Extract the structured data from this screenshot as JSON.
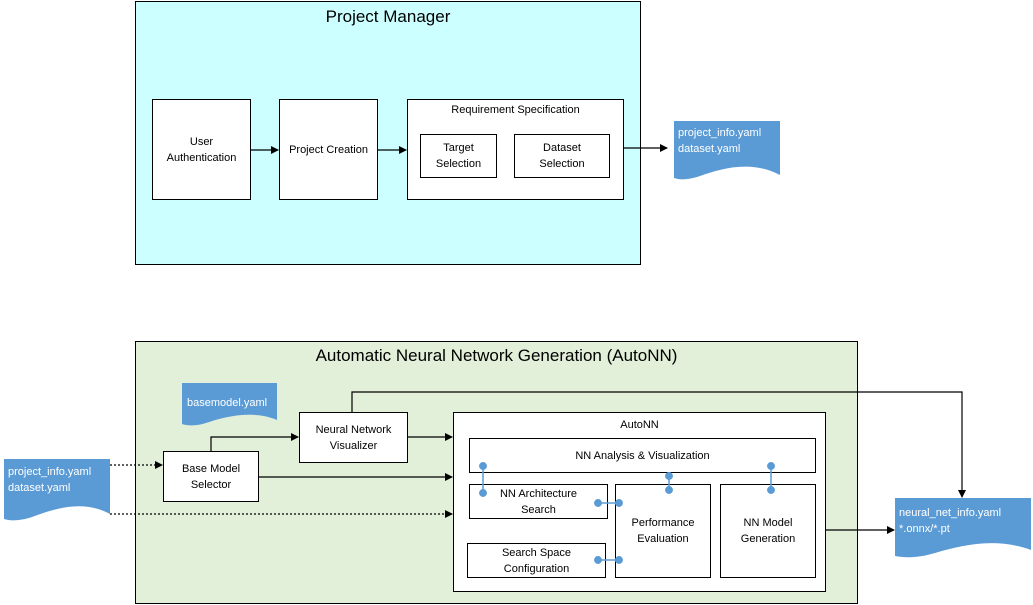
{
  "project_manager": {
    "title": "Project Manager",
    "user_auth": "User\nAuthentication",
    "project_creation": "Project Creation",
    "req_spec": {
      "title": "Requirement Specification",
      "target": "Target\nSelection",
      "dataset": "Dataset\nSelection"
    },
    "output_doc": "project_info.yaml\ndataset.yaml"
  },
  "autonn_panel": {
    "title": "Automatic Neural Network Generation (AutoNN)",
    "basemodel_doc": "basemodel.yaml",
    "input_doc": "project_info.yaml\ndataset.yaml",
    "base_model_selector": "Base Model\nSelector",
    "visualizer": "Neural Network\nVisualizer",
    "autonn": {
      "title": "AutoNN",
      "analysis": "NN Analysis & Visualization",
      "nas": "NN Architecture\nSearch",
      "search_space": "Search Space\nConfiguration",
      "performance": "Performance\nEvaluation",
      "model_gen": "NN Model\nGeneration"
    },
    "output_doc": "neural_net_info.yaml\n*.onnx/*.pt"
  },
  "colors": {
    "pm_bg": "#ccffff",
    "autonn_bg": "#e2efd9",
    "doc_fill": "#5b9bd5",
    "connector": "#5b9bd5"
  }
}
